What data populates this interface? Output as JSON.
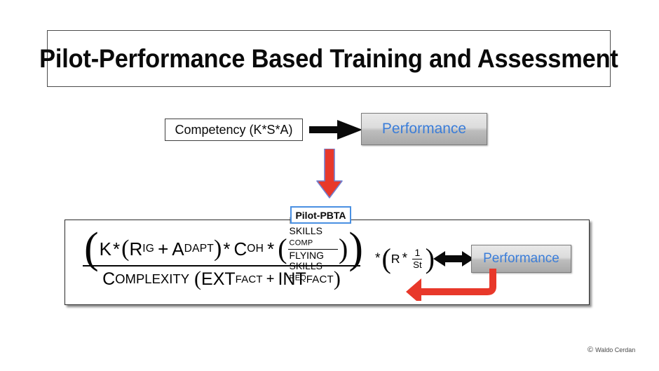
{
  "slide": {
    "title": "Pilot-Performance Based Training and Assessment",
    "copyright_symbol": "©",
    "copyright_name": "Waldo Cerdan"
  },
  "top_flow": {
    "competency_label": "Competency (K*S*A)",
    "arrow_icon": "arrow-right-black",
    "performance_label": "Performance",
    "red_arrow_icon": "arrow-down-red"
  },
  "pbta": {
    "tag_label": "Pilot-PBTA"
  },
  "formula": {
    "open_paren_outer": "(",
    "k": "K",
    "star1": "*",
    "open_paren_inner": "(",
    "r_base": "R",
    "r_sub": "IG",
    "plus": "+",
    "a_base": "A",
    "a_sub": "DAPT",
    "close_paren_inner": ")",
    "star2": "*",
    "c_base": "C",
    "c_sub": "OH",
    "star3": "*",
    "fs_open_paren": "(",
    "fs_numerator_main": "FLYING SKILLS",
    "fs_numerator_sub": "COMP",
    "fs_denominator_main": "FLYING SKILLS",
    "fs_denominator_sub": "REQ",
    "fs_close_paren": ")",
    "close_paren_outer": ")",
    "denominator_c": "C",
    "denominator_complexity": "OMPLEXITY",
    "denominator_open": "(",
    "ext_base": "EXT",
    "ext_sub": "FACT",
    "denominator_plus": "+",
    "int_base": "INT",
    "int_sub": "FACT",
    "denominator_close": ")"
  },
  "right_term": {
    "star": "*",
    "open_paren": "(",
    "r": "R",
    "star_inner": "*",
    "numerator": "1",
    "denominator": "St",
    "close_paren": ")",
    "double_arrow_icon": "arrow-left-right-black",
    "performance_label": "Performance",
    "feedback_arrow_icon": "arrow-feedback-red"
  },
  "colors": {
    "performance_text": "#3b7dd8",
    "pbta_border": "#4a90e2",
    "red_arrow": "#e8382a",
    "box_border": "#2b2b2b"
  }
}
